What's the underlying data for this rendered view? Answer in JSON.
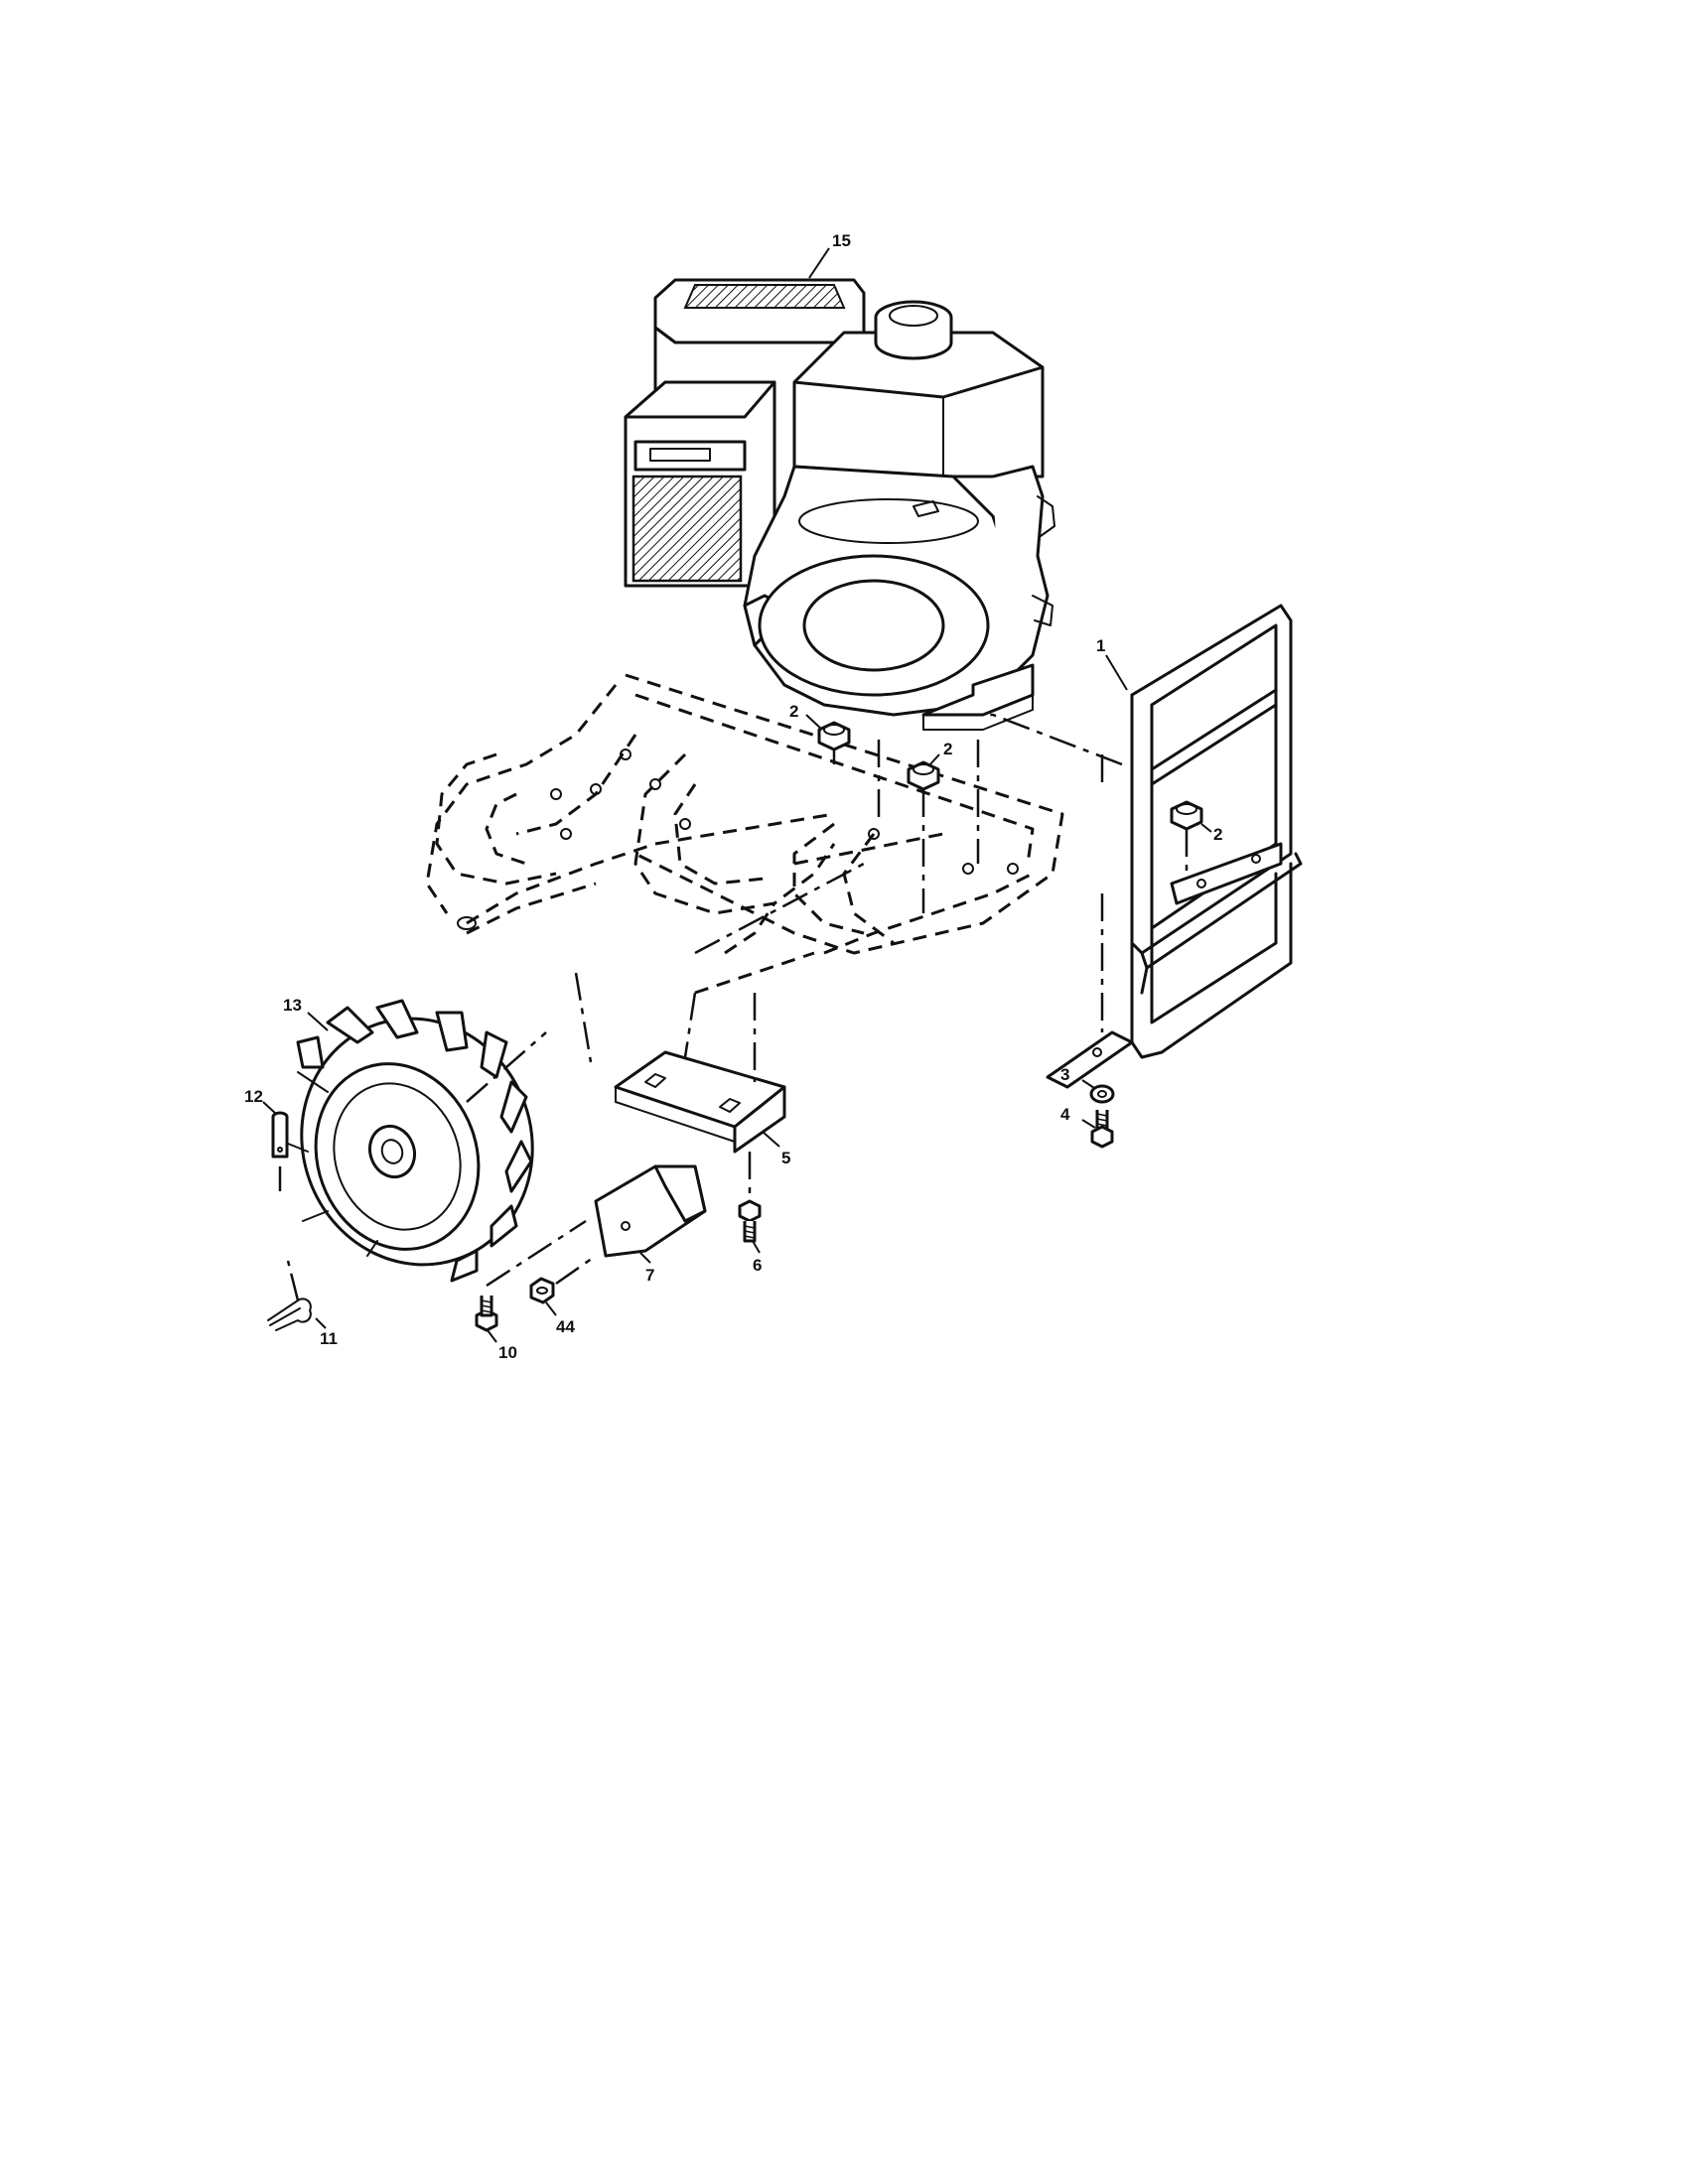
{
  "callouts": {
    "c15": "15",
    "c1": "1",
    "c2a": "2",
    "c2b": "2",
    "c2c": "2",
    "c13": "13",
    "c12": "12",
    "c11": "11",
    "c10": "10",
    "c44": "44",
    "c7": "7",
    "c6": "6",
    "c5": "5",
    "c3": "3",
    "c4": "4"
  }
}
